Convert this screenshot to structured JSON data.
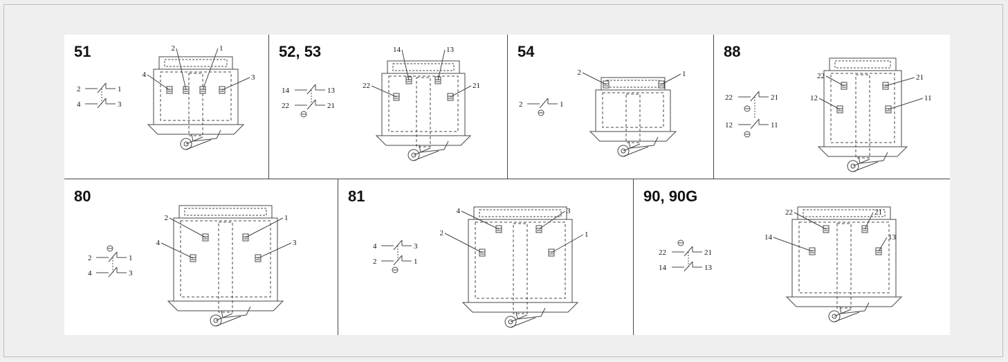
{
  "panels": [
    {
      "id": "51",
      "label": "51",
      "schematic": {
        "rows": [
          [
            "2",
            "1"
          ],
          [
            "4",
            "3"
          ]
        ],
        "ground": "none"
      },
      "terminals": [
        "4",
        "2",
        "1",
        "3"
      ]
    },
    {
      "id": "52",
      "label": "52, 53",
      "schematic": {
        "rows": [
          [
            "14",
            "13"
          ],
          [
            "22",
            "21"
          ]
        ],
        "ground": "below"
      },
      "terminals": [
        "22",
        "14",
        "13",
        "21"
      ]
    },
    {
      "id": "54",
      "label": "54",
      "schematic": {
        "rows": [
          [
            "2",
            "1"
          ]
        ],
        "ground": "below"
      },
      "terminals": [
        "2",
        "1"
      ]
    },
    {
      "id": "88",
      "label": "88",
      "schematic": {
        "rows": [
          [
            "22",
            "21"
          ],
          [
            "12",
            "11"
          ]
        ],
        "ground": "between"
      },
      "terminals": [
        "22",
        "21",
        "12",
        "11"
      ]
    },
    {
      "id": "80",
      "label": "80",
      "schematic": {
        "rows": [
          [
            "2",
            "1"
          ],
          [
            "4",
            "3"
          ]
        ],
        "ground": "above"
      },
      "terminals": [
        "2",
        "1",
        "4",
        "3"
      ]
    },
    {
      "id": "81",
      "label": "81",
      "schematic": {
        "rows": [
          [
            "4",
            "3"
          ],
          [
            "2",
            "1"
          ]
        ],
        "ground": "below"
      },
      "terminals": [
        "4",
        "3",
        "2",
        "1"
      ]
    },
    {
      "id": "90",
      "label": "90, 90G",
      "schematic": {
        "rows": [
          [
            "22",
            "21"
          ],
          [
            "14",
            "13"
          ]
        ],
        "ground": "above"
      },
      "terminals": [
        "22",
        "21",
        "14",
        "13"
      ]
    }
  ],
  "colors": {
    "line": "#444444",
    "background": "#efefef",
    "panel": "#ffffff"
  }
}
